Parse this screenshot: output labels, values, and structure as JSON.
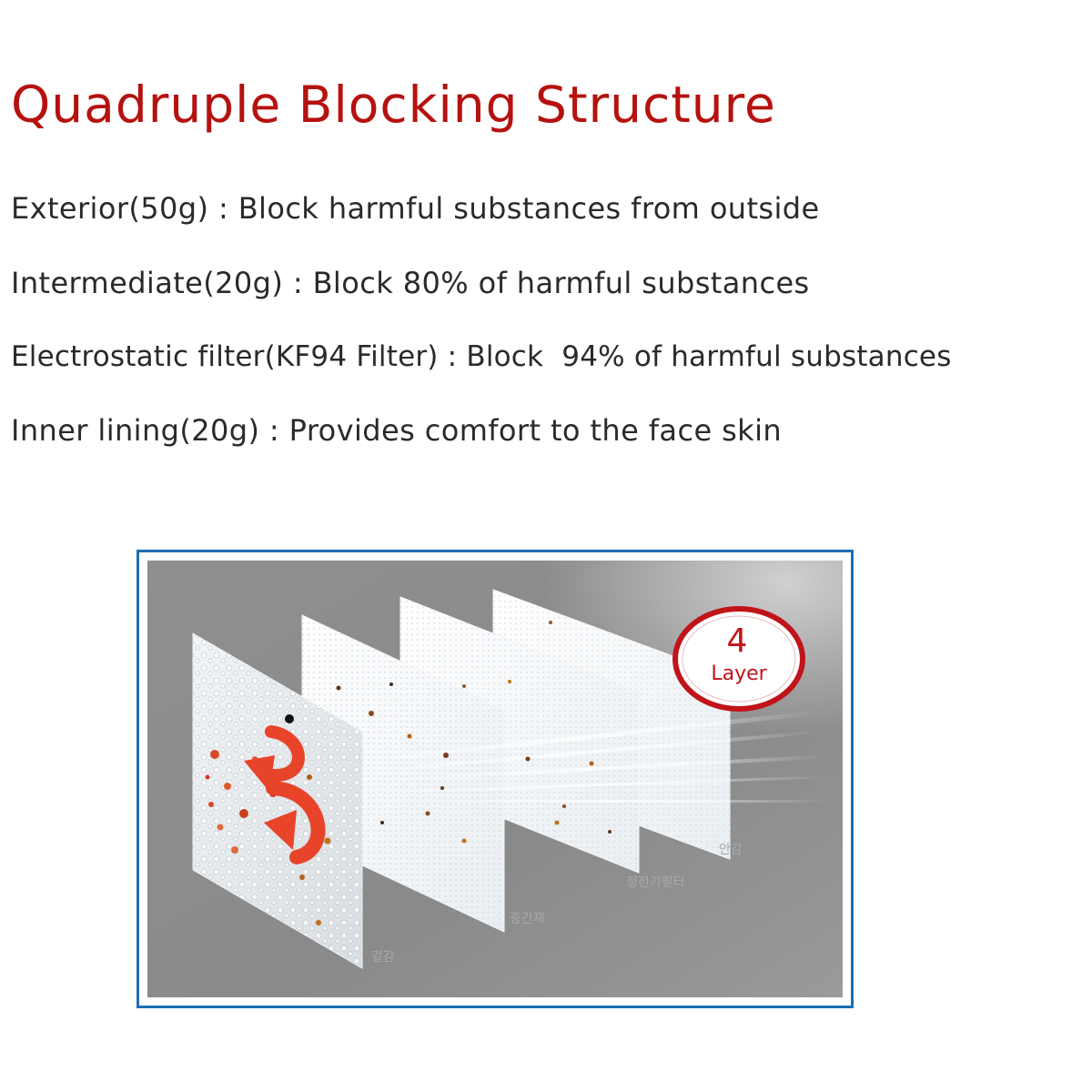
{
  "title": "Quadruple Blocking Structure",
  "lines": [
    "Exterior(50g) : Block harmful substances from outside",
    "Intermediate(20g) : Block 80% of harmful substances",
    "Electrostatic filter(KF94 Filter) : Block  94% of harmful substances",
    "Inner lining(20g) : Provides comfort to the face skin"
  ],
  "badge": {
    "number": "4",
    "label": "Layer"
  },
  "layer_labels": [
    "겉감",
    "중간재",
    "정전기필터",
    "안감"
  ],
  "colors": {
    "title": "#b5120f",
    "frame": "#1c6fb3",
    "panel_bg": "#8a8a8a",
    "badge_ring": "#c0141a"
  }
}
